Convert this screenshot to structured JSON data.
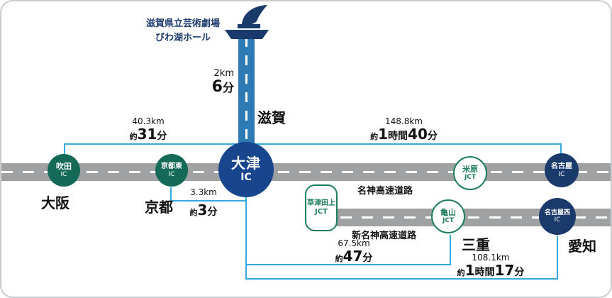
{
  "hall": {
    "label_line1": "滋賀県立芸術劇場",
    "label_line2": "びわ湖ホール",
    "access": {
      "distance": "2km",
      "time_value": "6",
      "time_unit": "分"
    }
  },
  "regions": {
    "shiga": "滋賀",
    "osaka": "大阪",
    "kyoto": "京都",
    "mie": "三重",
    "aichi": "愛知"
  },
  "roads": {
    "meishin": "名神高速道路",
    "shin_meishin": "新名神高速道路"
  },
  "nodes": {
    "otsu": {
      "name": "大津",
      "type": "IC"
    },
    "suita": {
      "name": "吹田",
      "type": "IC"
    },
    "kyoto_higashi": {
      "name": "京都東",
      "type": "IC"
    },
    "kusatsu_tagami": {
      "name": "草津田上",
      "type": "JCT"
    },
    "maibara": {
      "name": "米原",
      "type": "JCT"
    },
    "kameyama": {
      "name": "亀山",
      "type": "JCT"
    },
    "nagoya": {
      "name": "名古屋",
      "type": "IC"
    },
    "nagoya_nishi": {
      "name": "名古屋西",
      "type": "IC"
    }
  },
  "routes": {
    "suita_otsu": {
      "distance": "40.3km",
      "approx": "約",
      "v1": "31",
      "u1": "分"
    },
    "otsu_nagoya": {
      "distance": "148.8km",
      "approx": "約",
      "v1": "1",
      "u1": "時間",
      "v2": "40",
      "u2": "分"
    },
    "kyotohigashi_otsu": {
      "distance": "3.3km",
      "approx": "約",
      "v1": "3",
      "u1": "分"
    },
    "otsu_kameyama": {
      "distance": "67.5km",
      "approx": "約",
      "v1": "47",
      "u1": "分"
    },
    "otsu_nagoyanishi": {
      "distance": "108.1km",
      "approx": "約",
      "v1": "1",
      "u1": "時間",
      "v2": "17",
      "u2": "分"
    }
  },
  "colors": {
    "ic_blue": "#17468f",
    "ic_green": "#156a57",
    "ic_navy": "#1a3a6b",
    "jct_green": "#1e7d5f",
    "bracket_blue": "#35a9dd",
    "road_gray": "#9fa1a3",
    "access_road_blue": "#2e7ab4",
    "hall_navy": "#1c3c6e"
  }
}
